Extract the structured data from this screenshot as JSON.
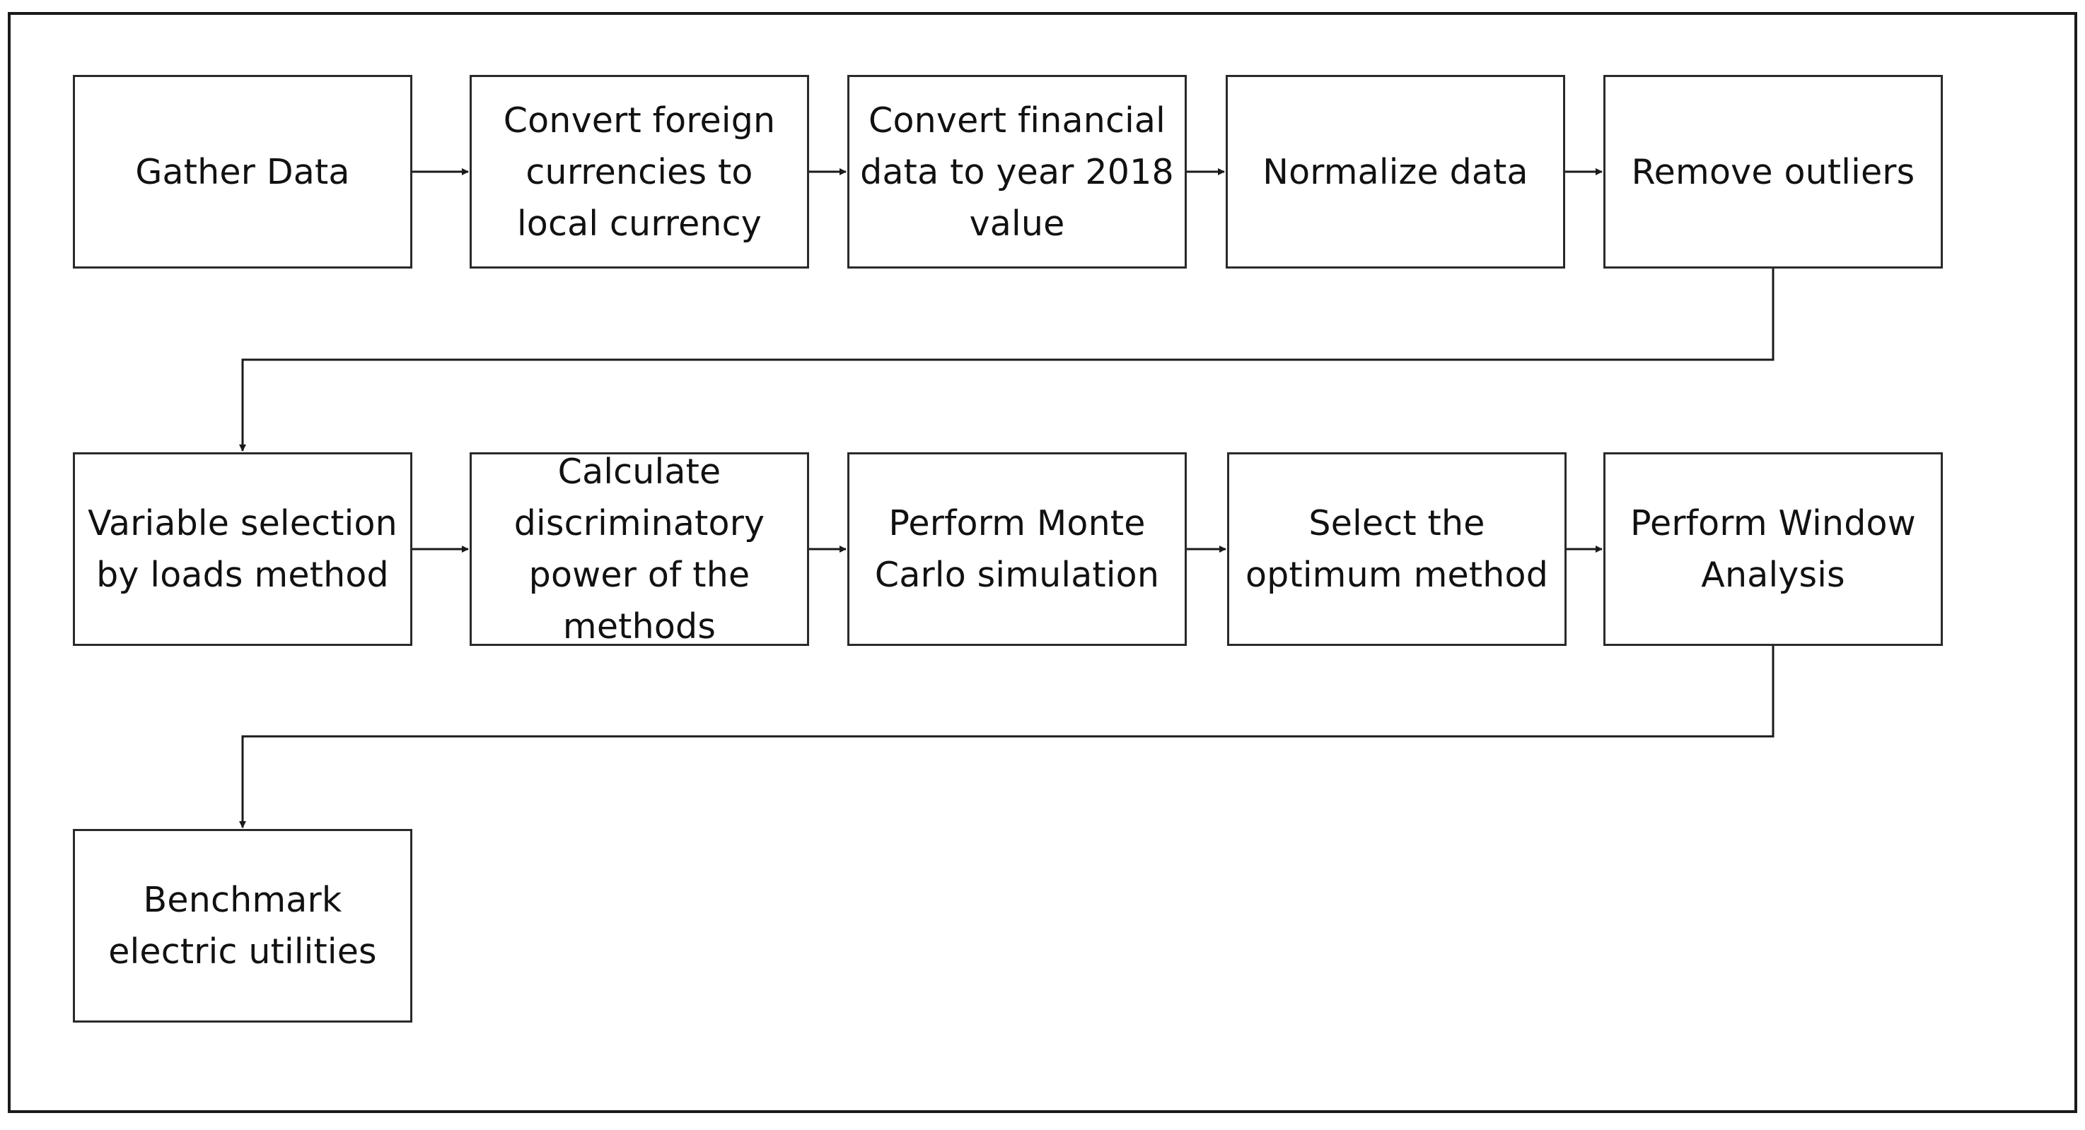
{
  "diagram": {
    "steps": [
      {
        "id": "gather",
        "label": "Gather Data"
      },
      {
        "id": "convert-currency",
        "label": "Convert foreign currencies to local currency"
      },
      {
        "id": "convert-year",
        "label": "Convert financial data to year 2018 value"
      },
      {
        "id": "normalize",
        "label": "Normalize data"
      },
      {
        "id": "outliers",
        "label": "Remove outliers"
      },
      {
        "id": "variable-selection",
        "label": "Variable selection by loads method"
      },
      {
        "id": "discriminatory",
        "label": "Calculate discriminatory power of the methods"
      },
      {
        "id": "monte-carlo",
        "label": "Perform Monte Carlo simulation"
      },
      {
        "id": "optimum",
        "label": "Select the optimum method"
      },
      {
        "id": "window",
        "label": "Perform Window Analysis"
      },
      {
        "id": "benchmark",
        "label": "Benchmark electric utilities"
      }
    ],
    "flow": [
      [
        "gather",
        "convert-currency"
      ],
      [
        "convert-currency",
        "convert-year"
      ],
      [
        "convert-year",
        "normalize"
      ],
      [
        "normalize",
        "outliers"
      ],
      [
        "outliers",
        "variable-selection"
      ],
      [
        "variable-selection",
        "discriminatory"
      ],
      [
        "discriminatory",
        "monte-carlo"
      ],
      [
        "monte-carlo",
        "optimum"
      ],
      [
        "optimum",
        "window"
      ],
      [
        "window",
        "benchmark"
      ]
    ],
    "line_color": "#1a1a1a"
  }
}
